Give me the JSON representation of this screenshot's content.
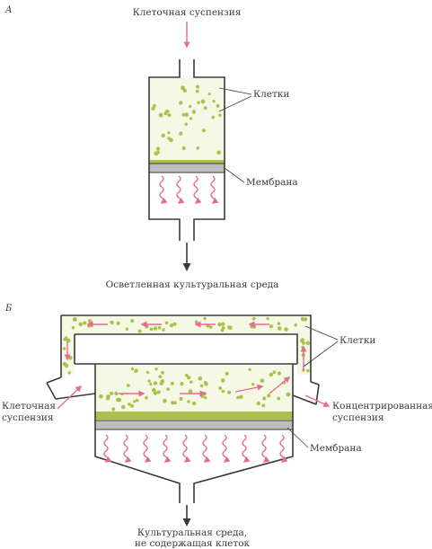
{
  "panel_a": {
    "letter": "А",
    "input_label": "Клеточная суспензия",
    "cells_label": "Клетки",
    "membrane_label": "Мембрана",
    "output_label": "Осветленная культуральная среда"
  },
  "panel_b": {
    "letter": "Б",
    "cells_label": "Клетки",
    "input_label_line1": "Клеточная",
    "input_label_line2": "суспензия",
    "output_label_line1": "Концентрированная",
    "output_label_line2": "суспензия",
    "membrane_label": "Мембрана",
    "bottom_label_line1": "Культуральная среда,",
    "bottom_label_line2": "не содержащая клеток"
  },
  "colors": {
    "flow_arrow": "#e56b95",
    "cell": "#a9c24a",
    "suspension_fill": "#f4f8e4",
    "membrane": "#bdbdbd",
    "outline": "#3a3a3a"
  }
}
